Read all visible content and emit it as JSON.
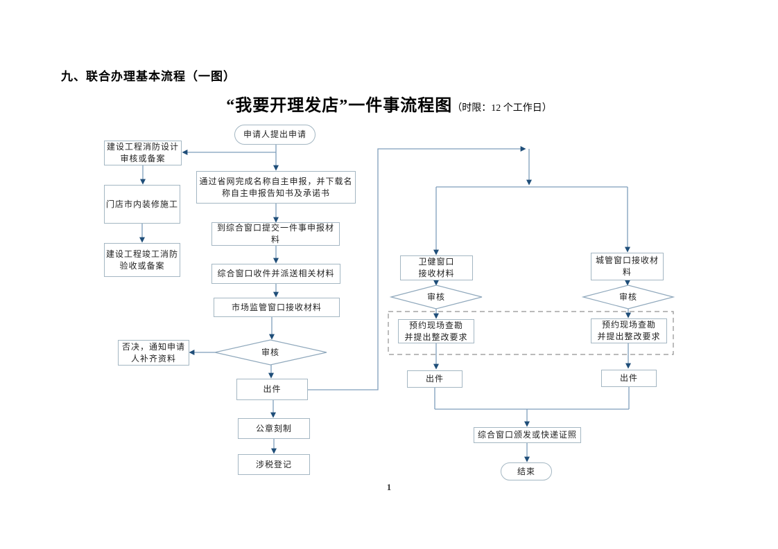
{
  "heading": "九、联合办理基本流程（一图）",
  "subtitle": {
    "main": "“我要开理发店”一件事流程图",
    "note": "（时限：12 个工作日）"
  },
  "page_number": "1",
  "colors": {
    "line": "#7e9dbb",
    "arrowhead": "#1f4e79",
    "box_border": "#a3b6c2",
    "dashed_zone_border": "#909090",
    "text": "#222222",
    "background": "#ffffff"
  },
  "flow": {
    "nodes": {
      "start": "申请人提出申请",
      "fire_design": "建设工程消防设计\n审核或备案",
      "decoration": "门店市内装修施工",
      "fire_acceptance": "建设工程竣工消防\n验收或备案",
      "name_declare": "通过省网完成名称自主申报，并下载名\n称自主申报告知书及承诺书",
      "submit": "到综合窗口提交一件事申报材\n料",
      "dispatch": "综合窗口收件并派送相关材料",
      "market_receive": "市场监管窗口接收材料",
      "review_mid": "审核",
      "reject": "否决，通知申请\n人补齐资料",
      "issue_mid": "出件",
      "seal": "公章刻制",
      "tax": "涉税登记",
      "health_receive": "卫健窗口\n接收材料",
      "review_health": "审核",
      "survey_health": "预约现场查勘\n并提出整改要求",
      "issue_health": "出件",
      "city_receive": "城管窗口接收材\n料",
      "review_city": "审核",
      "survey_city": "预约现场查勘\n并提出整改要求",
      "issue_city": "出件",
      "license": "综合窗口颁发或快递证照",
      "end": "结束"
    },
    "edges": [
      "start→fire_design",
      "start→name_declare",
      "fire_design→decoration",
      "decoration→fire_acceptance",
      "name_declare→submit",
      "submit→dispatch",
      "dispatch→market_receive",
      "market_receive→review_mid",
      "review_mid→reject",
      "review_mid→issue_mid",
      "issue_mid→seal",
      "seal→tax",
      "issue_mid→health_receive",
      "issue_mid→city_receive",
      "health_receive→review_health",
      "review_health→survey_health",
      "survey_health→issue_health",
      "issue_health→license",
      "city_receive→review_city",
      "review_city→survey_city",
      "survey_city→issue_city",
      "issue_city→license",
      "license→end"
    ]
  }
}
